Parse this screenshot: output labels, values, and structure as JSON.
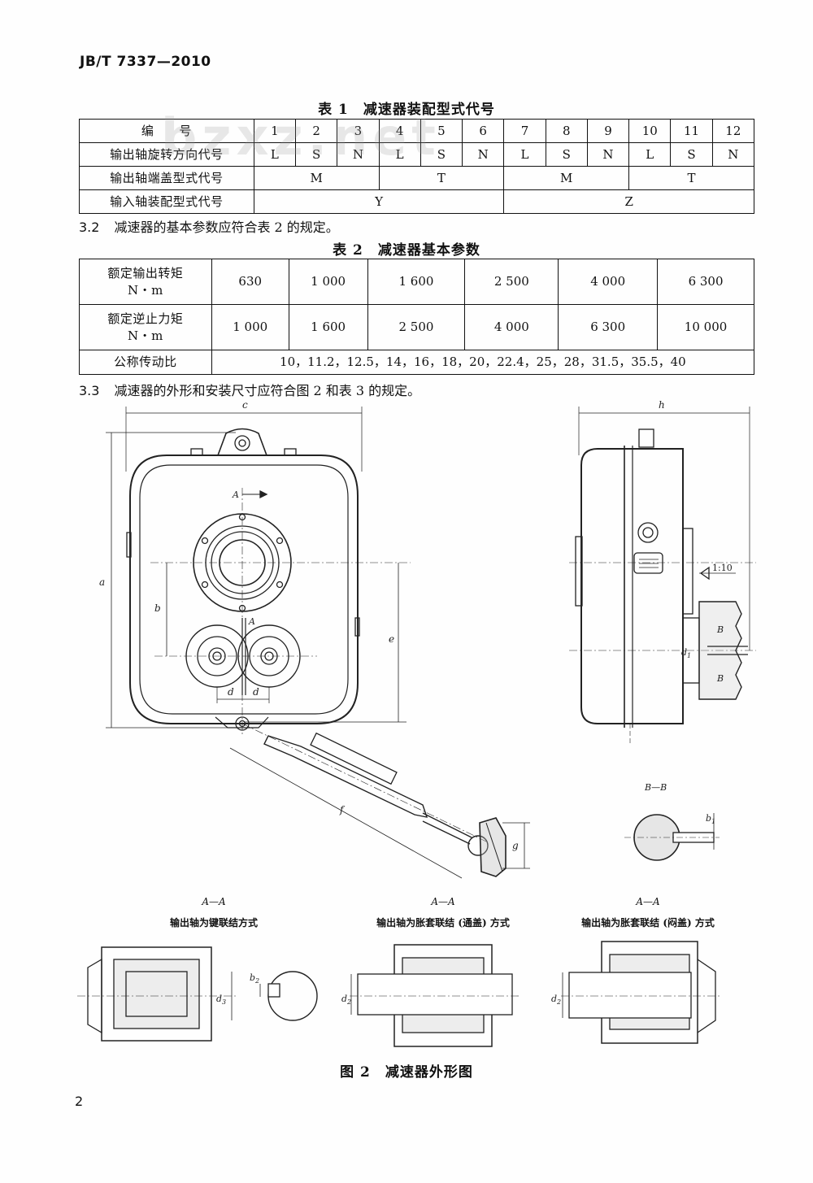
{
  "header": {
    "standard_code": "JB/T 7337—2010"
  },
  "watermark": "bzxz.net",
  "table1": {
    "caption": "表 1　减速器装配型式代号",
    "row_labels": [
      "编　　号",
      "输出轴旋转方向代号",
      "输出轴端盖型式代号",
      "输入轴装配型式代号"
    ],
    "numbers": [
      "1",
      "2",
      "3",
      "4",
      "5",
      "6",
      "7",
      "8",
      "9",
      "10",
      "11",
      "12"
    ],
    "rotation": [
      "L",
      "S",
      "N",
      "L",
      "S",
      "N",
      "L",
      "S",
      "N",
      "L",
      "S",
      "N"
    ],
    "cover": [
      "M",
      "T",
      "M",
      "T"
    ],
    "input": [
      "Y",
      "Z"
    ]
  },
  "clause_3_2": {
    "num": "3.2",
    "text": "减速器的基本参数应符合表 2 的规定。"
  },
  "table2": {
    "caption": "表 2　减速器基本参数",
    "torque_label": "额定输出转矩",
    "torque_unit": "N・m",
    "torque": [
      "630",
      "1 000",
      "1 600",
      "2 500",
      "4 000",
      "6 300"
    ],
    "backstop_label": "额定逆止力矩",
    "backstop_unit": "N・m",
    "backstop": [
      "1 000",
      "1 600",
      "2 500",
      "4 000",
      "6 300",
      "10 000"
    ],
    "ratio_label": "公称传动比",
    "ratios": "10，11.2，12.5，14，16，18，20，22.4，25，28，31.5，35.5，40"
  },
  "clause_3_3": {
    "num": "3.3",
    "text": "减速器的外形和安装尺寸应符合图 2 和表 3 的规定。"
  },
  "figure": {
    "dim_labels": {
      "a": "a",
      "b": "b",
      "c": "c",
      "d": "d",
      "e": "e",
      "f": "f",
      "g": "g",
      "h": "h",
      "A": "A",
      "B": "B",
      "d1": "d",
      "d1_sub": "1",
      "taper": "1:10",
      "b1": "b",
      "b1_sub": "1",
      "b2": "b",
      "b2_sub": "2",
      "d2": "d",
      "d2_sub": "2",
      "d3": "d",
      "d3_sub": "3"
    },
    "section_bb": "B—B",
    "sub1": {
      "section": "A—A",
      "caption": "输出轴为键联结方式"
    },
    "sub2": {
      "section": "A—A",
      "caption": "输出轴为胀套联结 (通盖) 方式"
    },
    "sub3": {
      "section": "A—A",
      "caption": "输出轴为胀套联结 (闷盖) 方式"
    },
    "caption": "图 2　减速器外形图"
  },
  "page_number": "2"
}
